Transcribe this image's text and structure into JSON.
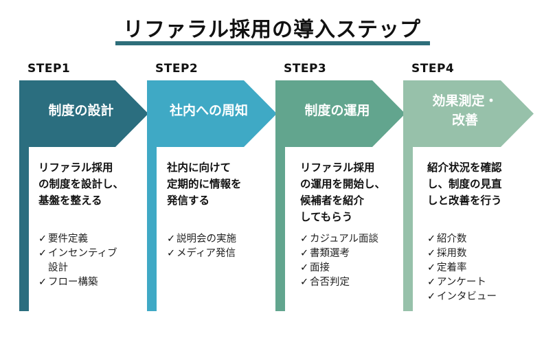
{
  "title": "リファラル採用の導入ステップ",
  "colors": {
    "title_bar": "#2e6e7a",
    "step1": "#2b6e7f",
    "step2": "#3fa9c5",
    "step3": "#62a58e",
    "step4": "#97c1aa"
  },
  "check_mark": "✓",
  "steps": [
    {
      "label": "STEP1",
      "heading": "制度の設計",
      "description": "リファラル採用\nの制度を設計し、\n基盤を整える",
      "items": [
        "要件定義",
        "インセンティブ\n設計",
        "フロー構築"
      ]
    },
    {
      "label": "STEP2",
      "heading": "社内への周知",
      "description": "社内に向けて\n定期的に情報を\n発信する",
      "items": [
        "説明会の実施",
        "メディア発信"
      ]
    },
    {
      "label": "STEP3",
      "heading": "制度の運用",
      "description": "リファラル採用\nの運用を開始し、\n候補者を紹介\nしてもらう",
      "items": [
        "カジュアル面談",
        "書類選考",
        "面接",
        "合否判定"
      ]
    },
    {
      "label": "STEP4",
      "heading": "効果測定・\n改善",
      "description": "紹介状況を確認\nし、制度の見直\nしと改善を行う",
      "items": [
        "紹介数",
        "採用数",
        "定着率",
        "アンケート",
        "インタビュー"
      ]
    }
  ]
}
